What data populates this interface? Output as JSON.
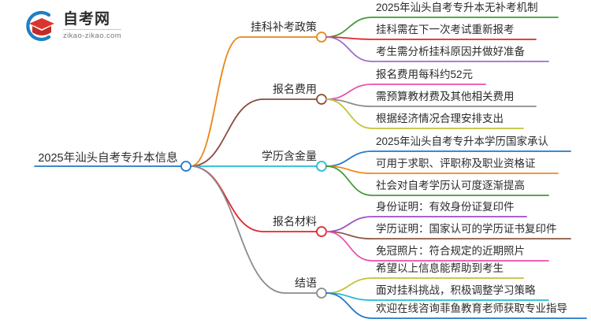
{
  "logo": {
    "name": "自考网",
    "url": "zikao-zikao.com",
    "mark_icon": "graduation-cap-icon",
    "arc_color": "#1f7fc4",
    "cap_color": "#d9352c"
  },
  "mindmap": {
    "root": {
      "label": "2025年汕头自考专升本信息",
      "color": "#2478c8"
    },
    "branches": [
      {
        "label": "挂科补考政策",
        "color": "#e8871a",
        "children": [
          {
            "label": "2025年汕头自考专升本无补考机制",
            "color": "#3f9c35"
          },
          {
            "label": "挂科需在下一次考试重新报考",
            "color": "#e0262b"
          },
          {
            "label": "考生需分析挂科原因并做好准备",
            "color": "#9b6fc9"
          }
        ]
      },
      {
        "label": "报名费用",
        "color": "#8a4b3c",
        "children": [
          {
            "label": "报名费用每科约52元",
            "color": "#ea4fae"
          },
          {
            "label": "需预算教材费及其他相关费用",
            "color": "#8c8c8c"
          },
          {
            "label": "根据经济情况合理安排支出",
            "color": "#c3c13a"
          }
        ]
      },
      {
        "label": "学历含金量",
        "color": "#22bcd4",
        "children": [
          {
            "label": "2025年汕头自考专升本学历国家承认",
            "color": "#2478c8"
          },
          {
            "label": "可用于求职、评职称及职业资格证",
            "color": "#ef8a1f"
          },
          {
            "label": "社会对自考学历认可度逐渐提高",
            "color": "#3f9c35"
          }
        ]
      },
      {
        "label": "报名材料",
        "color": "#e0262b",
        "children": [
          {
            "label": "身份证明：有效身份证复印件",
            "color": "#9b4fc9"
          },
          {
            "label": "学历证明：国家认可的学历证书复印件",
            "color": "#8a5a44"
          },
          {
            "label": "免冠照片：符合规定的近期照片",
            "color": "#ea4fae"
          }
        ]
      },
      {
        "label": "结语",
        "color": "#8c8c8c",
        "children": [
          {
            "label": "希望以上信息能帮助到考生",
            "color": "#c3c13a"
          },
          {
            "label": "面对挂科挑战，积极调整学习策略",
            "color": "#22bcd4"
          },
          {
            "label": "欢迎在线咨询菲鱼教育老师获取专业指导",
            "color": "#2478c8"
          }
        ]
      }
    ]
  }
}
